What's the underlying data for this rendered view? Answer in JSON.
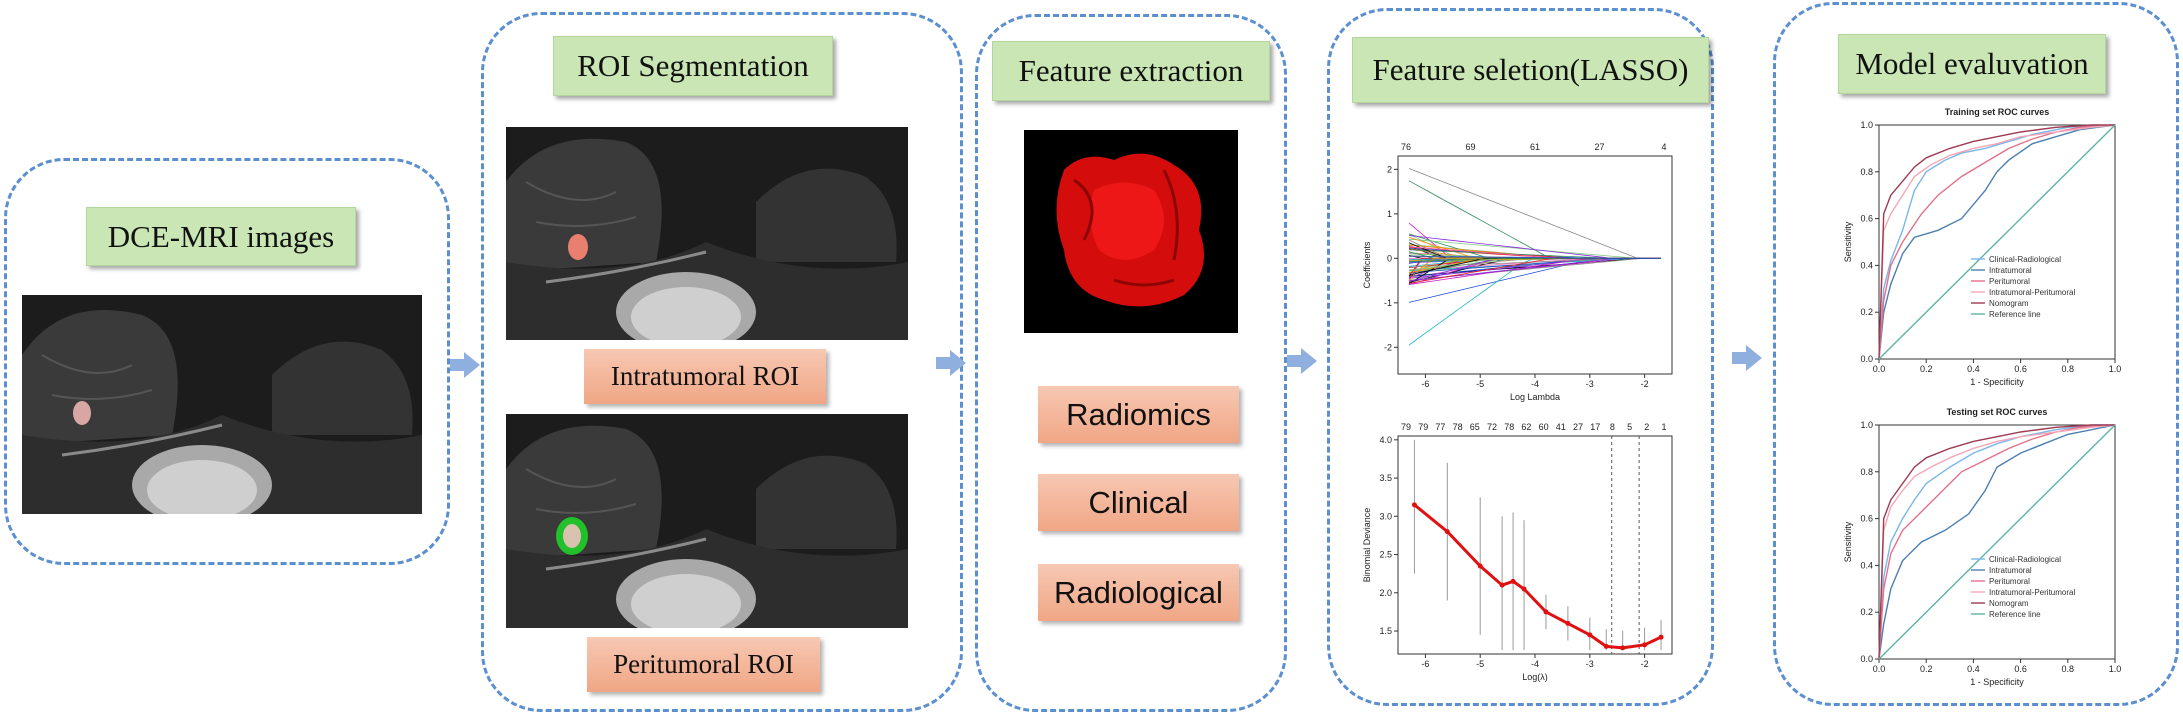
{
  "panels": {
    "images": {
      "title": "DCE-MRI images"
    },
    "segmentation": {
      "title": "ROI Segmentation",
      "intratumoral_label": "Intratumoral ROI",
      "peritumoral_label": "Peritumoral ROI"
    },
    "extraction": {
      "title": "Feature extraction",
      "features": [
        "Radiomics",
        "Clinical",
        "Radiological"
      ]
    },
    "selection": {
      "title": "Feature seletion(LASSO)"
    },
    "evaluation": {
      "title": "Model evaluvation"
    }
  },
  "colors": {
    "panel_border": "#5b8fd0",
    "title_bg": "#c9e6b4",
    "label_bg": "#f3b497",
    "arrow": "#8fb0de",
    "tumor_segmentation": "#22c02a",
    "tumor_3d": "#e01010"
  },
  "chart_data": [
    {
      "type": "line",
      "title": "",
      "xlabel": "Log Lambda",
      "ylabel": "Coefficients",
      "top_ticks": [
        "76",
        "69",
        "61",
        "27",
        "4"
      ],
      "x_ticks": [
        "-6",
        "-5",
        "-4",
        "-3",
        "-2"
      ],
      "y_ticks": [
        "-2",
        "-1",
        "0",
        "1",
        "2"
      ],
      "xlim": [
        -6.5,
        -1.5
      ],
      "ylim": [
        -2.6,
        2.3
      ],
      "series_count": 76
    },
    {
      "type": "line",
      "title": "",
      "xlabel": "Log(λ)",
      "ylabel": "Binomial Deviance",
      "top_ticks": [
        "79",
        "79",
        "77",
        "78",
        "65",
        "72",
        "78",
        "62",
        "60",
        "41",
        "27",
        "17",
        "8",
        "5",
        "2",
        "1"
      ],
      "x_ticks": [
        "-6",
        "-5",
        "-4",
        "-3",
        "-2"
      ],
      "y_ticks": [
        "1.5",
        "2.0",
        "2.5",
        "3.0",
        "3.5",
        "4.0"
      ],
      "xlim": [
        -6.5,
        -1.5
      ],
      "ylim": [
        1.2,
        4.05
      ],
      "vlines": [
        -2.6,
        -2.1
      ],
      "x": [
        -6.2,
        -5.6,
        -5.0,
        -4.6,
        -4.4,
        -4.2,
        -3.8,
        -3.4,
        -3.0,
        -2.7,
        -2.4,
        -2.0,
        -1.7
      ],
      "y": [
        3.15,
        2.8,
        2.35,
        2.1,
        2.15,
        2.05,
        1.75,
        1.6,
        1.45,
        1.3,
        1.28,
        1.32,
        1.42
      ]
    },
    {
      "type": "line",
      "title": "Training set ROC curves",
      "xlabel": "1 - Specificity",
      "ylabel": "Sensitivity",
      "x_ticks": [
        "0.0",
        "0.2",
        "0.4",
        "0.6",
        "0.8",
        "1.0"
      ],
      "y_ticks": [
        "0.0",
        "0.2",
        "0.4",
        "0.6",
        "0.8",
        "1.0"
      ],
      "xlim": [
        0,
        1
      ],
      "ylim": [
        0,
        1
      ],
      "series": [
        {
          "name": "Clinical-Radiological",
          "color": "#7ab6e8",
          "x": [
            0,
            0.02,
            0.05,
            0.1,
            0.15,
            0.2,
            0.28,
            0.35,
            0.45,
            0.55,
            0.65,
            0.8,
            1
          ],
          "y": [
            0,
            0.3,
            0.42,
            0.55,
            0.72,
            0.8,
            0.85,
            0.88,
            0.9,
            0.93,
            0.96,
            0.99,
            1
          ]
        },
        {
          "name": "Intratumoral",
          "color": "#4c7fb0",
          "x": [
            0,
            0.02,
            0.05,
            0.1,
            0.15,
            0.25,
            0.35,
            0.45,
            0.5,
            0.55,
            0.65,
            0.75,
            0.85,
            1
          ],
          "y": [
            0,
            0.2,
            0.32,
            0.45,
            0.52,
            0.55,
            0.6,
            0.72,
            0.8,
            0.85,
            0.92,
            0.95,
            0.98,
            1
          ]
        },
        {
          "name": "Peritumoral",
          "color": "#e2708a",
          "x": [
            0,
            0.02,
            0.05,
            0.1,
            0.18,
            0.25,
            0.35,
            0.45,
            0.55,
            0.65,
            0.75,
            0.85,
            1
          ],
          "y": [
            0,
            0.25,
            0.4,
            0.5,
            0.62,
            0.7,
            0.78,
            0.84,
            0.9,
            0.94,
            0.97,
            0.99,
            1
          ]
        },
        {
          "name": "Intratumoral-Peritumoral",
          "color": "#f4a6b6",
          "x": [
            0,
            0.02,
            0.05,
            0.1,
            0.15,
            0.22,
            0.3,
            0.4,
            0.5,
            0.6,
            0.75,
            0.9,
            1
          ],
          "y": [
            0,
            0.55,
            0.62,
            0.7,
            0.78,
            0.83,
            0.87,
            0.9,
            0.92,
            0.95,
            0.97,
            0.99,
            1
          ]
        },
        {
          "name": "Nomogram",
          "color": "#9e3a52",
          "x": [
            0,
            0.02,
            0.05,
            0.1,
            0.15,
            0.2,
            0.3,
            0.4,
            0.5,
            0.6,
            0.75,
            0.9,
            1
          ],
          "y": [
            0,
            0.62,
            0.7,
            0.76,
            0.82,
            0.86,
            0.9,
            0.93,
            0.95,
            0.97,
            0.99,
            1,
            1
          ]
        },
        {
          "name": "Reference line",
          "color": "#5fb3a8",
          "x": [
            0,
            1
          ],
          "y": [
            0,
            1
          ]
        }
      ]
    },
    {
      "type": "line",
      "title": "Testing set ROC curves",
      "xlabel": "1 - Specificity",
      "ylabel": "Sensitivity",
      "x_ticks": [
        "0.0",
        "0.2",
        "0.4",
        "0.6",
        "0.8",
        "1.0"
      ],
      "y_ticks": [
        "0.0",
        "0.2",
        "0.4",
        "0.6",
        "0.8",
        "1.0"
      ],
      "xlim": [
        0,
        1
      ],
      "ylim": [
        0,
        1
      ],
      "series": [
        {
          "name": "Clinical-Radiological",
          "color": "#7ab6e8",
          "x": [
            0,
            0.02,
            0.05,
            0.1,
            0.15,
            0.2,
            0.3,
            0.4,
            0.5,
            0.6,
            0.75,
            0.9,
            1
          ],
          "y": [
            0,
            0.35,
            0.5,
            0.6,
            0.68,
            0.75,
            0.82,
            0.88,
            0.92,
            0.95,
            0.98,
            1,
            1
          ]
        },
        {
          "name": "Intratumoral",
          "color": "#4c7fb0",
          "x": [
            0,
            0.02,
            0.05,
            0.1,
            0.18,
            0.28,
            0.38,
            0.45,
            0.5,
            0.6,
            0.7,
            0.8,
            1
          ],
          "y": [
            0,
            0.15,
            0.3,
            0.42,
            0.5,
            0.55,
            0.62,
            0.72,
            0.82,
            0.88,
            0.92,
            0.96,
            1
          ]
        },
        {
          "name": "Peritumoral",
          "color": "#e2708a",
          "x": [
            0,
            0.02,
            0.05,
            0.1,
            0.18,
            0.25,
            0.35,
            0.45,
            0.55,
            0.65,
            0.75,
            0.85,
            1
          ],
          "y": [
            0,
            0.3,
            0.45,
            0.55,
            0.63,
            0.7,
            0.8,
            0.85,
            0.9,
            0.94,
            0.97,
            0.99,
            1
          ]
        },
        {
          "name": "Intratumoral-Peritumoral",
          "color": "#f4a6b6",
          "x": [
            0,
            0.02,
            0.05,
            0.1,
            0.15,
            0.22,
            0.3,
            0.4,
            0.5,
            0.6,
            0.75,
            0.9,
            1
          ],
          "y": [
            0,
            0.55,
            0.65,
            0.72,
            0.78,
            0.82,
            0.86,
            0.9,
            0.93,
            0.95,
            0.97,
            0.99,
            1
          ]
        },
        {
          "name": "Nomogram",
          "color": "#9e3a52",
          "x": [
            0,
            0.02,
            0.05,
            0.1,
            0.15,
            0.2,
            0.3,
            0.4,
            0.5,
            0.6,
            0.75,
            0.9,
            1
          ],
          "y": [
            0,
            0.6,
            0.68,
            0.75,
            0.82,
            0.86,
            0.9,
            0.93,
            0.95,
            0.97,
            0.99,
            1,
            1
          ]
        },
        {
          "name": "Reference line",
          "color": "#5fb3a8",
          "x": [
            0,
            1
          ],
          "y": [
            0,
            1
          ]
        }
      ]
    }
  ]
}
